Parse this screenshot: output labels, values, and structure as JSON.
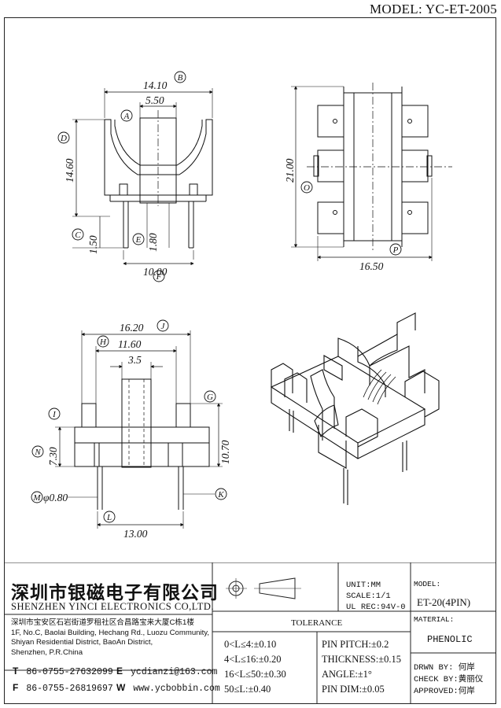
{
  "header": {
    "model_title": "MODEL: YC-ET-2005"
  },
  "drawing": {
    "front_view": {
      "dim_width": "14.10",
      "dim_inner": "5.50",
      "dim_height": "14.60",
      "dim_pin_len": "1.50",
      "dim_slot": "1.80",
      "dim_pin_span": "10.00"
    },
    "top_view": {
      "dim_length": "21.00",
      "dim_width": "16.50"
    },
    "side_view": {
      "dim_width": "16.20",
      "dim_inner": "11.60",
      "dim_slot": "3.5",
      "dim_height": "10.70",
      "dim_base": "7.30",
      "dim_pin_dia": "φ0.80",
      "dim_pin_span": "13.00"
    },
    "labels": [
      "A",
      "B",
      "C",
      "D",
      "E",
      "F",
      "O",
      "P",
      "J",
      "H",
      "G",
      "I",
      "N",
      "M",
      "K",
      "L"
    ]
  },
  "company": {
    "name_cn": "深圳市银磁电子有限公司",
    "name_en": "SHENZHEN YINCI ELECTRONICS CO,LTD.",
    "address_lines": [
      "深圳市宝安区石岩街道罗租社区合昌路宝来大厦C栋1楼",
      "1F, No.C, Baolai Building, Hechang Rd., Luozu Community,",
      "Shiyan Residential District, BaoAn District,",
      "Shenzhen, P.R.China"
    ],
    "tel_label": "T",
    "tel": "86-0755-27632099",
    "fax_label": "F",
    "fax": "86-0755-26819697",
    "email_label": "E",
    "email": "ycdianzi@163.com",
    "web_label": "W",
    "web": "www.ycbobbin.com"
  },
  "specs": {
    "unit": "UNIT:MM",
    "scale": "SCALE:1/1",
    "ul": "UL REC:94V-0"
  },
  "tolerance": {
    "title": "TOLERANCE",
    "rows": [
      "0<L≤4:±0.10",
      "4<L≤16:±0.20",
      "16<L≤50:±0.30",
      "50≤L:±0.40"
    ],
    "rows_right": [
      "PIN PITCH:±0.2",
      "THICKNESS:±0.15",
      "ANGLE:±1°",
      "PIN DIM:±0.05"
    ]
  },
  "title_block": {
    "model_label": "MODEL:",
    "model_value": "ET-20(4PIN)",
    "material_label": "MATERIAL:",
    "material_value": "PHENOLIC",
    "drawn_label": "DRWN BY:",
    "drawn_value": "何岸",
    "check_label": "CHECK BY:",
    "check_value": "黄丽仪",
    "approved_label": "APPROVED:",
    "approved_value": "何岸"
  }
}
